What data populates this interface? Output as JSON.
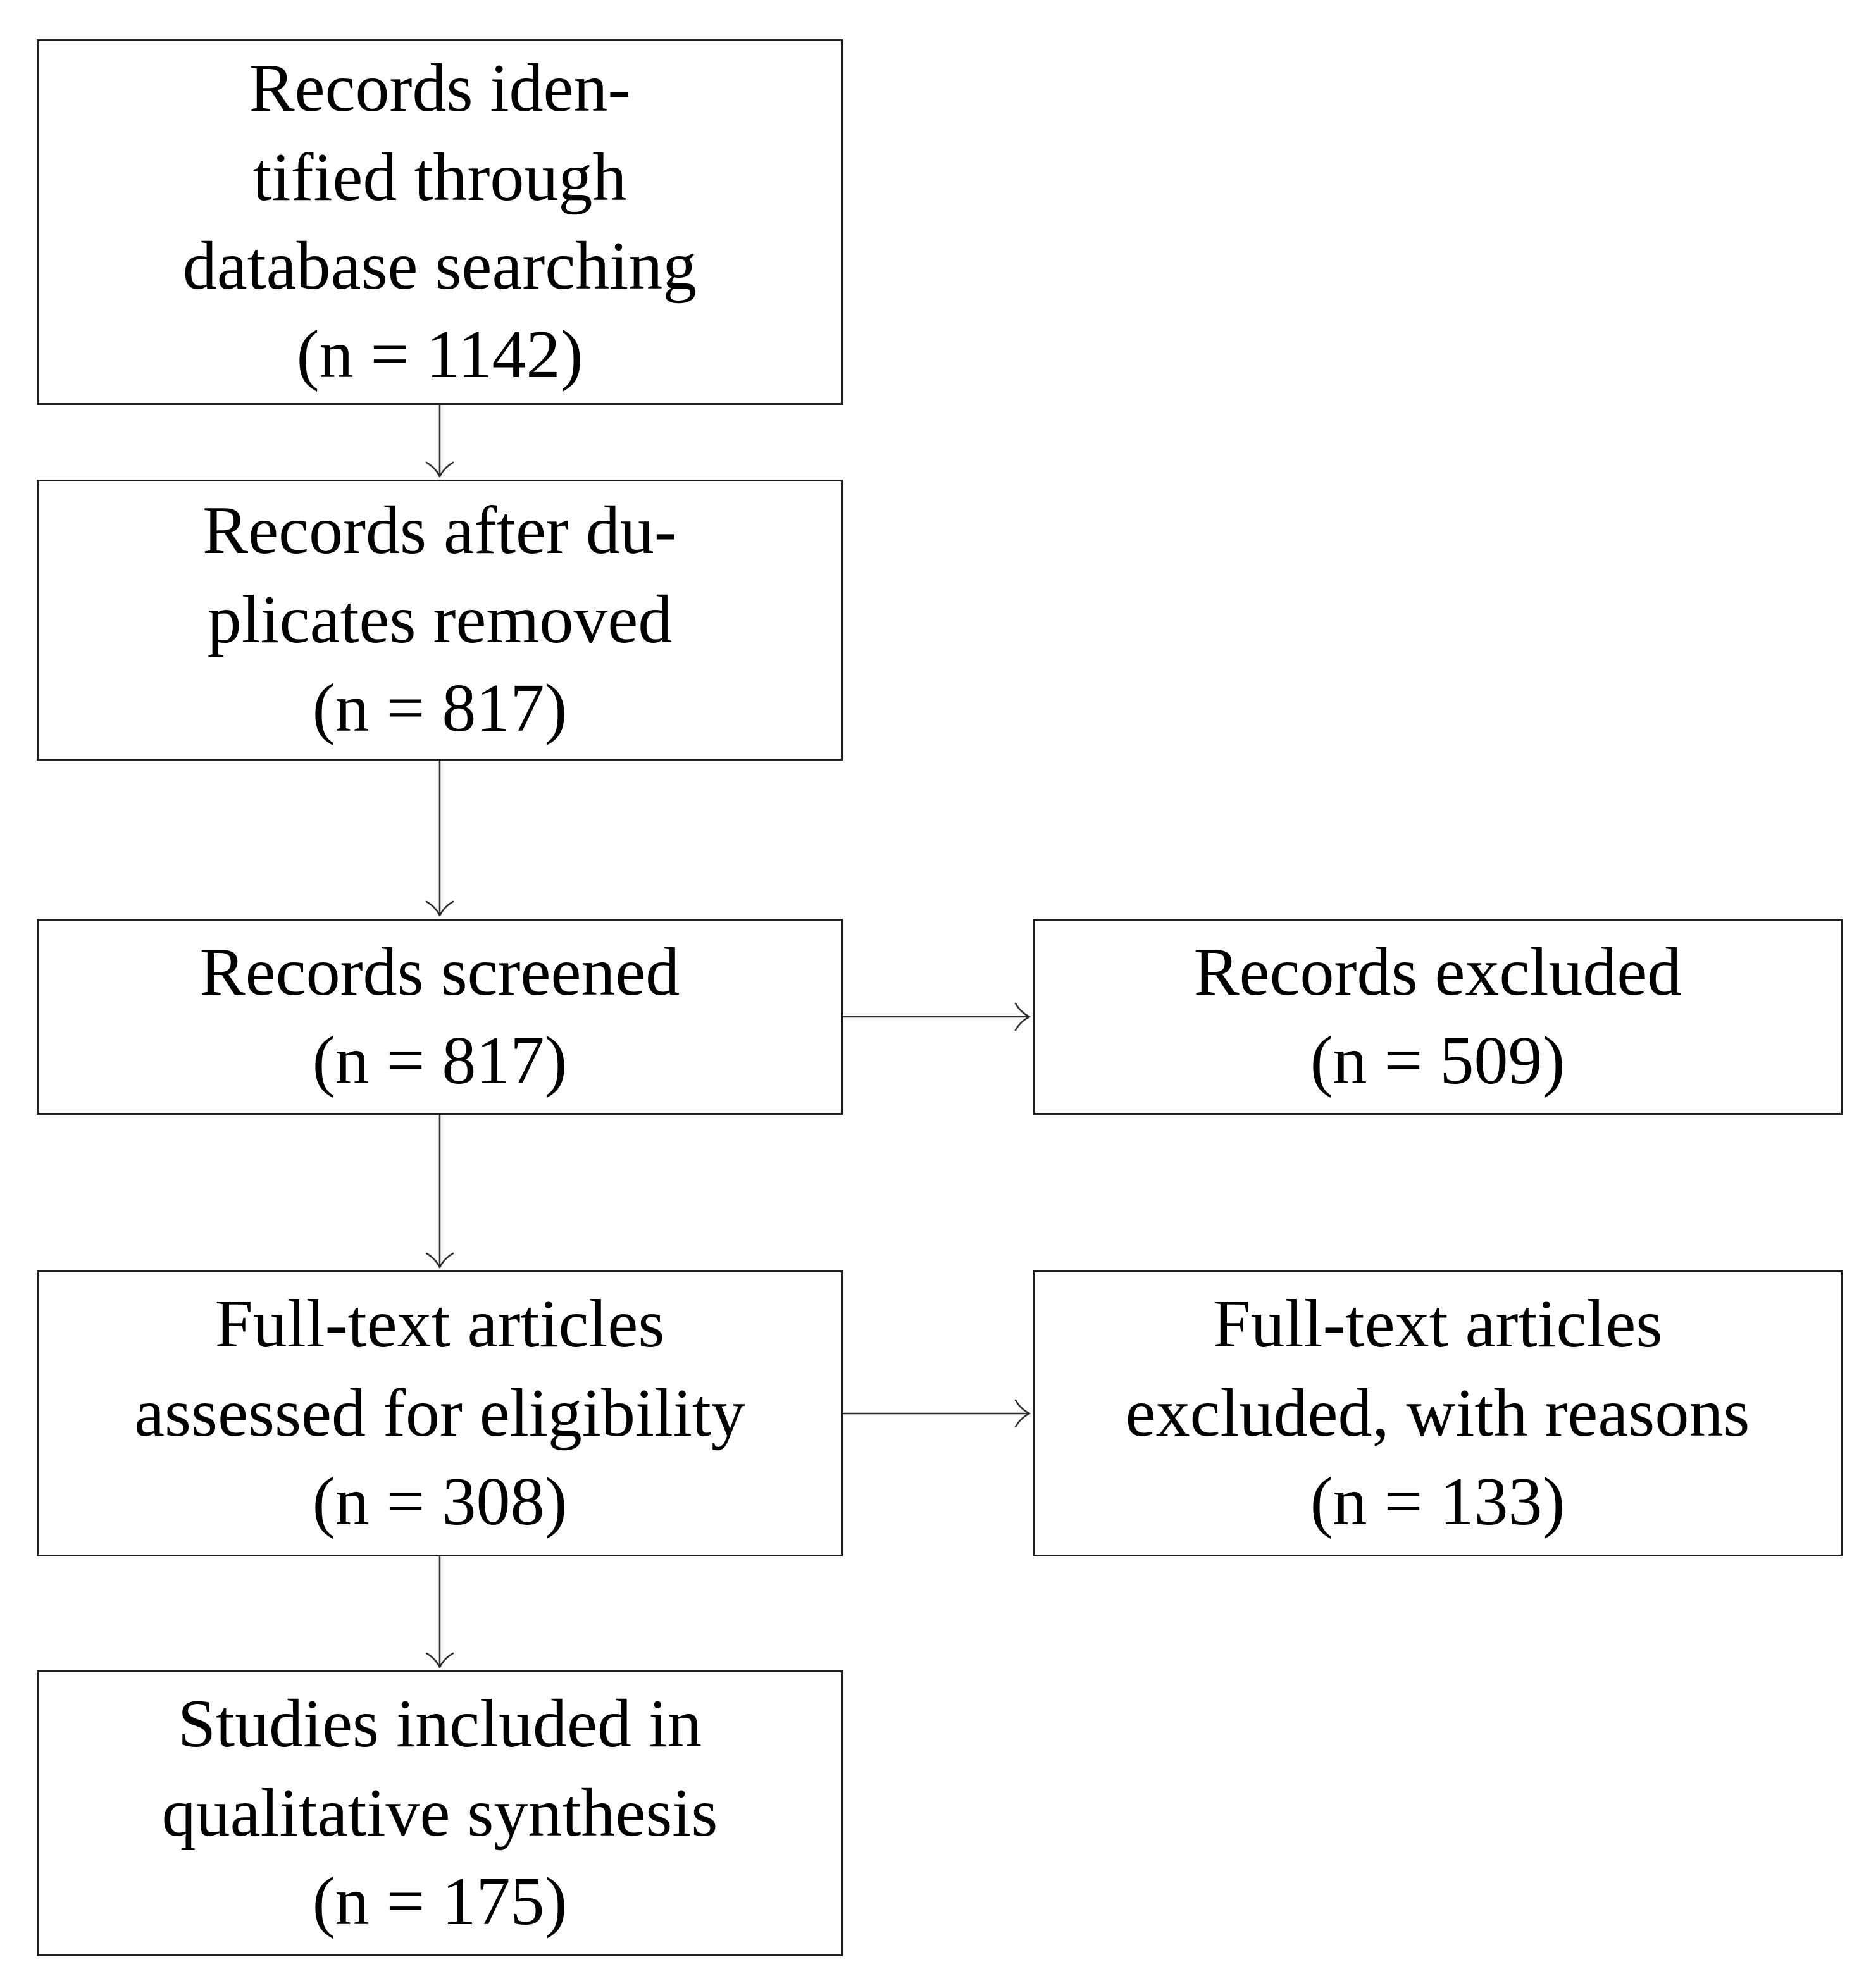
{
  "flowchart": {
    "boxes": [
      {
        "id": "records-identified",
        "text": "Records iden-\ntified through\ndatabase searching\n(n = 1142)"
      },
      {
        "id": "records-after-duplicates",
        "text": "Records after du-\nplicates removed\n(n = 817)"
      },
      {
        "id": "records-screened",
        "text": "Records screened\n(n = 817)"
      },
      {
        "id": "records-excluded",
        "text": "Records excluded\n(n = 509)"
      },
      {
        "id": "fulltext-assessed",
        "text": "Full-text articles\nassessed for eligibility\n(n = 308)"
      },
      {
        "id": "fulltext-excluded",
        "text": "Full-text articles\nexcluded, with reasons\n(n = 133)"
      },
      {
        "id": "studies-included",
        "text": "Studies included in\nqualitative synthesis\n(n = 175)"
      }
    ],
    "colors": {
      "background": "#ffffff",
      "border": "#1f1f1f",
      "text": "#000000",
      "arrow": "#2b2b2b"
    }
  }
}
